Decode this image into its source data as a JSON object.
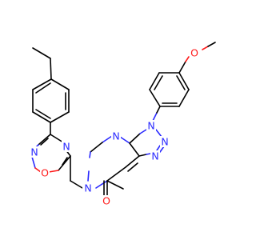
{
  "colors": {
    "carbon_bond": "#000000",
    "nitrogen": "#2b2bff",
    "oxygen": "#ff1a1a",
    "background": "#ffffff"
  },
  "atoms": {
    "triazole_n1": "N",
    "triazole_n2": "N",
    "triazole_n3": "N",
    "pyrimidine_n_top": "N",
    "pyrimidine_n_ring": "N",
    "oxadiazole_n_upper": "N",
    "oxadiazole_n_lower": "N",
    "oxadiazole_o": "O",
    "carbonyl_o": "O",
    "methoxy_o": "O"
  }
}
